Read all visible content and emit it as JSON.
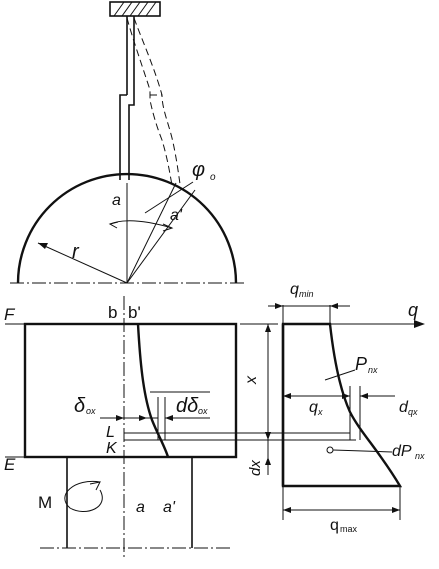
{
  "labels": {
    "phi": "φ",
    "phi_sub": "o",
    "a_top": "a",
    "a_prime_top": "a'",
    "r": "r",
    "F": "F",
    "E": "E",
    "b": "b",
    "b_prime": "b'",
    "x": "x",
    "dx": "dx",
    "L": "L",
    "K": "K",
    "M": "M",
    "a_bottom": "a",
    "a_prime_bottom": "a'",
    "delta": "δ",
    "delta_sub": "ox",
    "d_delta": "dδ",
    "d_delta_sub": "ox",
    "q_min": "q",
    "q_min_sub": "min",
    "q": "q",
    "P": "P",
    "P_sub": "nx",
    "q_x": "q",
    "q_x_sub": "x",
    "d_qx": "d",
    "d_qx_sub": "qx",
    "dP": "dP",
    "dP_sub": "nx",
    "q_max": "q",
    "q_max_sub": "max"
  }
}
